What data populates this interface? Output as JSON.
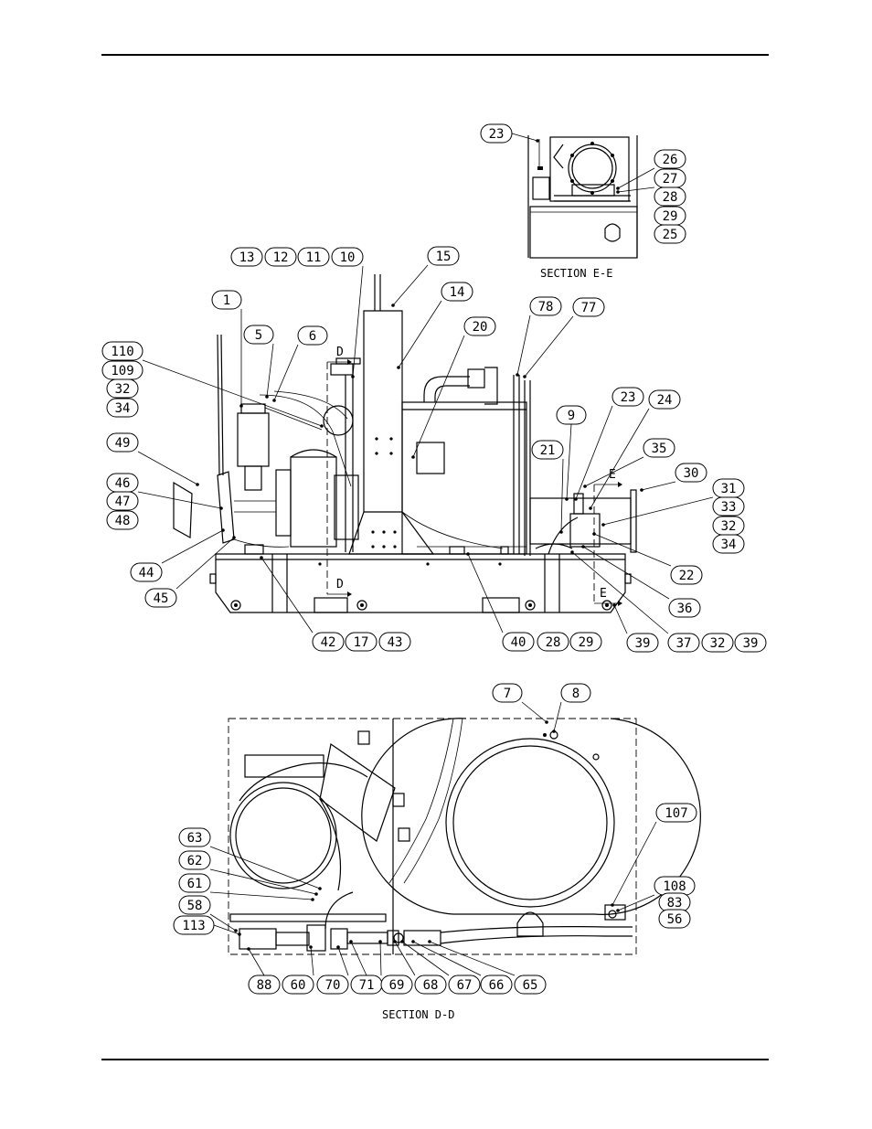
{
  "views": {
    "section_e": "SECTION E-E",
    "section_d": "SECTION D-D",
    "cut_d_top": "D",
    "cut_d_bottom": "D",
    "cut_e_top": "E",
    "cut_e_bottom": "E"
  },
  "callouts": {
    "section_e": [
      "23",
      "26",
      "27",
      "28",
      "29",
      "25"
    ],
    "main_view": [
      "13",
      "12",
      "11",
      "10",
      "15",
      "14",
      "1",
      "5",
      "6",
      "20",
      "78",
      "77",
      "110",
      "109",
      "32",
      "34",
      "49",
      "46",
      "47",
      "48",
      "44",
      "45",
      "9",
      "23",
      "24",
      "21",
      "35",
      "30",
      "31",
      "33",
      "32",
      "34",
      "22",
      "36",
      "42",
      "17",
      "43",
      "40",
      "28",
      "29",
      "39",
      "37",
      "32",
      "39"
    ],
    "section_d": [
      "7",
      "8",
      "107",
      "63",
      "62",
      "61",
      "58",
      "113",
      "108",
      "83",
      "56",
      "88",
      "60",
      "70",
      "71",
      "69",
      "68",
      "67",
      "66",
      "65"
    ]
  }
}
